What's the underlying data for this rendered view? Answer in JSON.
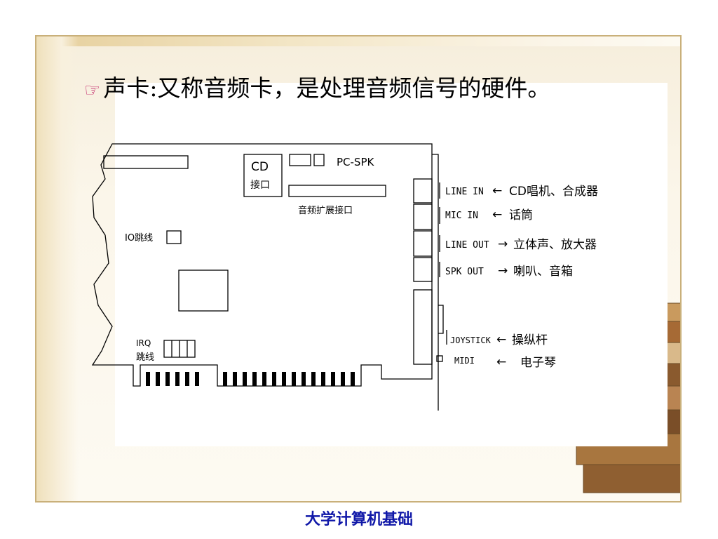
{
  "slide": {
    "title_icon": "pointing-hand-icon",
    "title": "声卡:又称音频卡，是处理音频信号的硬件。",
    "footer": "大学计算机基础",
    "colors": {
      "frame": "#c9b07a",
      "footer_text": "#1018a8",
      "title_icon": "#c01862"
    }
  },
  "diagram": {
    "board_labels": {
      "cd_1": "CD",
      "cd_2": "接口",
      "pc_spk": "PC-SPK",
      "audio_ext": "音频扩展接口",
      "io_jumper": "IO跳线",
      "irq_1": "IRQ",
      "irq_2": "跳线"
    },
    "ports": [
      {
        "name": "LINE IN",
        "arrow": "←",
        "desc": "CD唱机、合成器"
      },
      {
        "name": "MIC IN",
        "arrow": "←",
        "desc": "话筒"
      },
      {
        "name": "LINE OUT",
        "arrow": "→",
        "desc": "立体声、放大器"
      },
      {
        "name": "SPK OUT",
        "arrow": "→",
        "desc": "喇叭、音箱"
      },
      {
        "name": "JOYSTICK",
        "arrow": "←",
        "desc": "操纵杆"
      },
      {
        "name": "MIDI",
        "arrow": "←",
        "desc": "电子琴"
      }
    ]
  }
}
